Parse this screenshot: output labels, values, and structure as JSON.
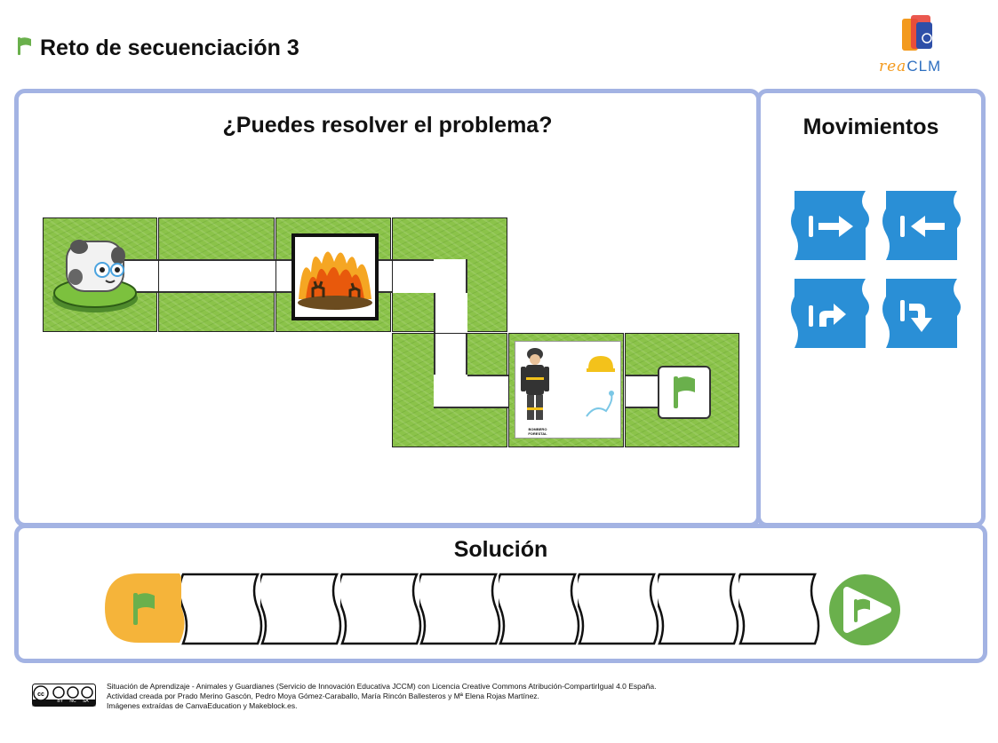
{
  "page": {
    "title": "Reto de secuenciación 3",
    "logo": {
      "part1": "rea",
      "part2": "CLM"
    }
  },
  "main": {
    "heading": "¿Puedes resolver el problema?"
  },
  "moves": {
    "heading": "Movimientos",
    "buttons": [
      {
        "name": "move-right-icon"
      },
      {
        "name": "move-left-icon"
      },
      {
        "name": "turn-up-icon"
      },
      {
        "name": "turn-down-icon"
      }
    ]
  },
  "board": {
    "firefighter_caption": "BOMBERO FORESTAL"
  },
  "solution": {
    "heading": "Solución",
    "empty_slots": 8
  },
  "footer": {
    "line1": "Situación de Aprendizaje - Animales y Guardianes (Servicio de Innovación Educativa JCCM) con Licencia Creative Commons Atribución-CompartirIgual 4.0 España.",
    "line2": "Actividad creada por Prado Merino Gascón, Pedro Moya Gómez-Caraballo, María Rincón Ballesteros y Mª Elena Rojas Martínez.",
    "line3": "Imágenes extraídas de CanvaEducation y Makeblock.es.",
    "license_badge": "BY NC SA"
  },
  "colors": {
    "panel_border": "#a3b3e3",
    "grass": "#8bc34a",
    "flag_green": "#6ab04c",
    "button_blue": "#2a8fd6",
    "start_orange": "#f5b43a",
    "end_green": "#6ab04c"
  }
}
